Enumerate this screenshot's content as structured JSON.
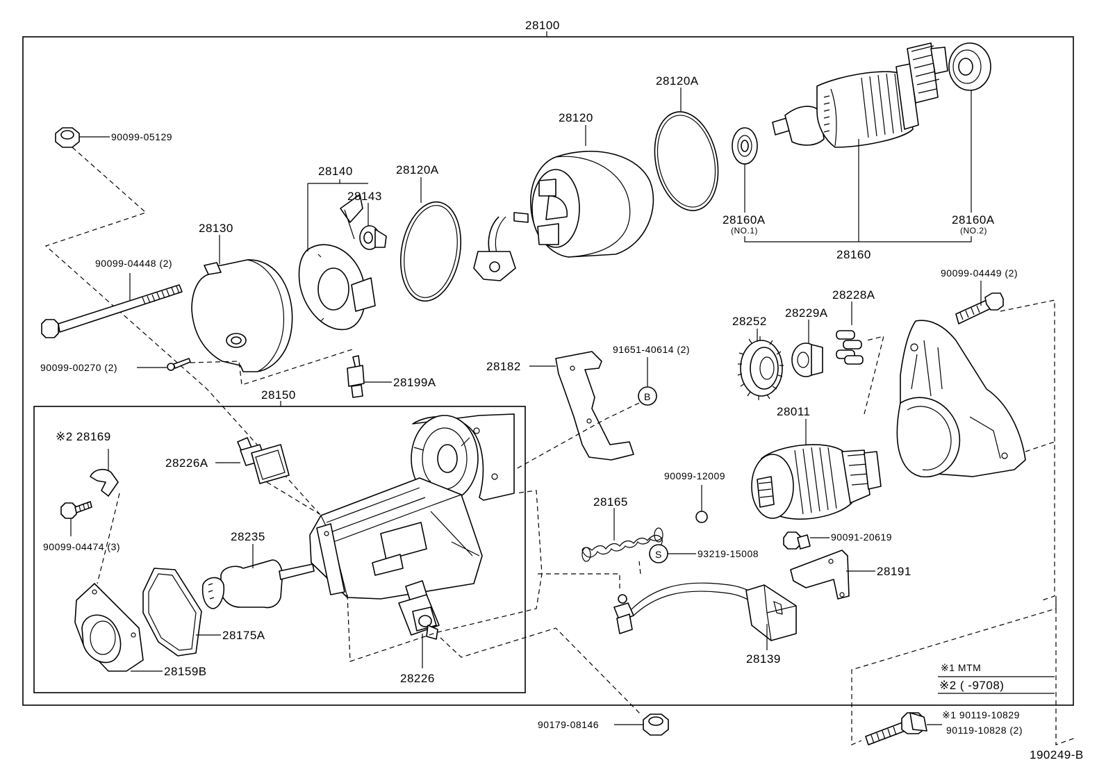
{
  "diagram_id": "190249-B",
  "labels": {
    "assy": "28100",
    "p_05129": "90099-05129",
    "p_04448": "90099-04448 (2)",
    "p_00270": "90099-00270 (2)",
    "p_28130": "28130",
    "p_28140": "28140",
    "p_28143": "28143",
    "p_28120A_l": "28120A",
    "p_28120": "28120",
    "p_28120A_r": "28120A",
    "p_28160A_1": "28160A",
    "p_no1": "(NO.1)",
    "p_28160A_2": "28160A",
    "p_no2": "(NO.2)",
    "p_28160": "28160",
    "p_04449": "90099-04449 (2)",
    "p_28228A": "28228A",
    "p_28229A": "28229A",
    "p_28252": "28252",
    "p_28182": "28182",
    "p_91651": "91651-40614 (2)",
    "p_28199A": "28199A",
    "p_28150": "28150",
    "p_28169": "※2 28169",
    "p_28226A": "28226A",
    "p_04474": "90099-04474 (3)",
    "p_28235": "28235",
    "p_28175A": "28175A",
    "p_28159B": "28159B",
    "p_28226": "28226",
    "p_28011": "28011",
    "p_12009": "90099-12009",
    "p_28165": "28165",
    "p_93219": "93219-15008",
    "p_20619": "90091-20619",
    "p_28191": "28191",
    "p_28139": "28139",
    "p_08146": "90179-08146",
    "note1": "※1   MTM",
    "note2": "※2  (      -9708)",
    "p_10829": "※1 90119-10829",
    "p_10828": "90119-10828 (2)",
    "circle_b": "B",
    "circle_s": "S"
  }
}
